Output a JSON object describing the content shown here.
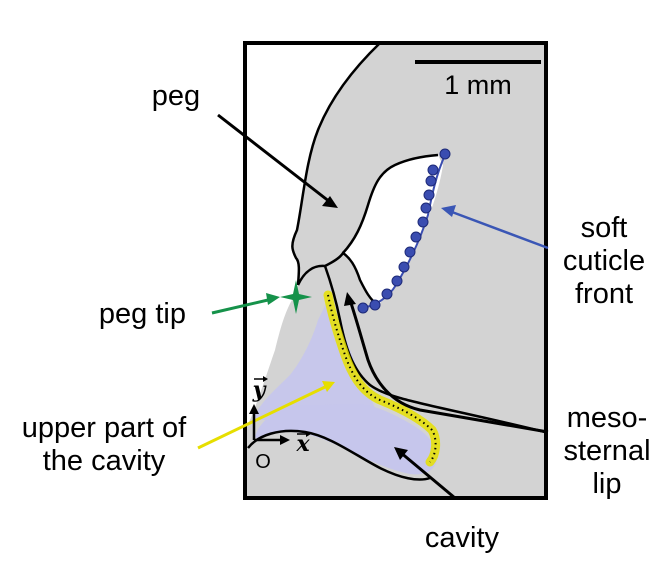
{
  "diagram": {
    "scale_bar": {
      "label": "1 mm"
    },
    "labels": {
      "peg": "peg",
      "peg_tip": "peg tip",
      "soft_cuticle_front": [
        "soft",
        "cuticle",
        "front"
      ],
      "upper_part_of_cavity": [
        "upper part of",
        "the cavity"
      ],
      "mesosternal_lip": [
        "meso-",
        "sternal",
        "lip"
      ],
      "cavity": "cavity"
    },
    "axes": {
      "origin": "O",
      "x": "x",
      "y": "y"
    },
    "colors": {
      "tissue": "#d3d3d3",
      "frame": "#000000",
      "cavity_fill": "#c6c6ec",
      "soft_cuticle_markers": "#3a4db0",
      "upper_cavity_path": "#e6e000",
      "peg_tip_marker": "#15924a",
      "peg_tip_arrow": "#15924a",
      "soft_cuticle_arrow": "#3a56b5",
      "upper_cavity_arrow": "#e6de00",
      "default_arrow": "#000000"
    }
  }
}
